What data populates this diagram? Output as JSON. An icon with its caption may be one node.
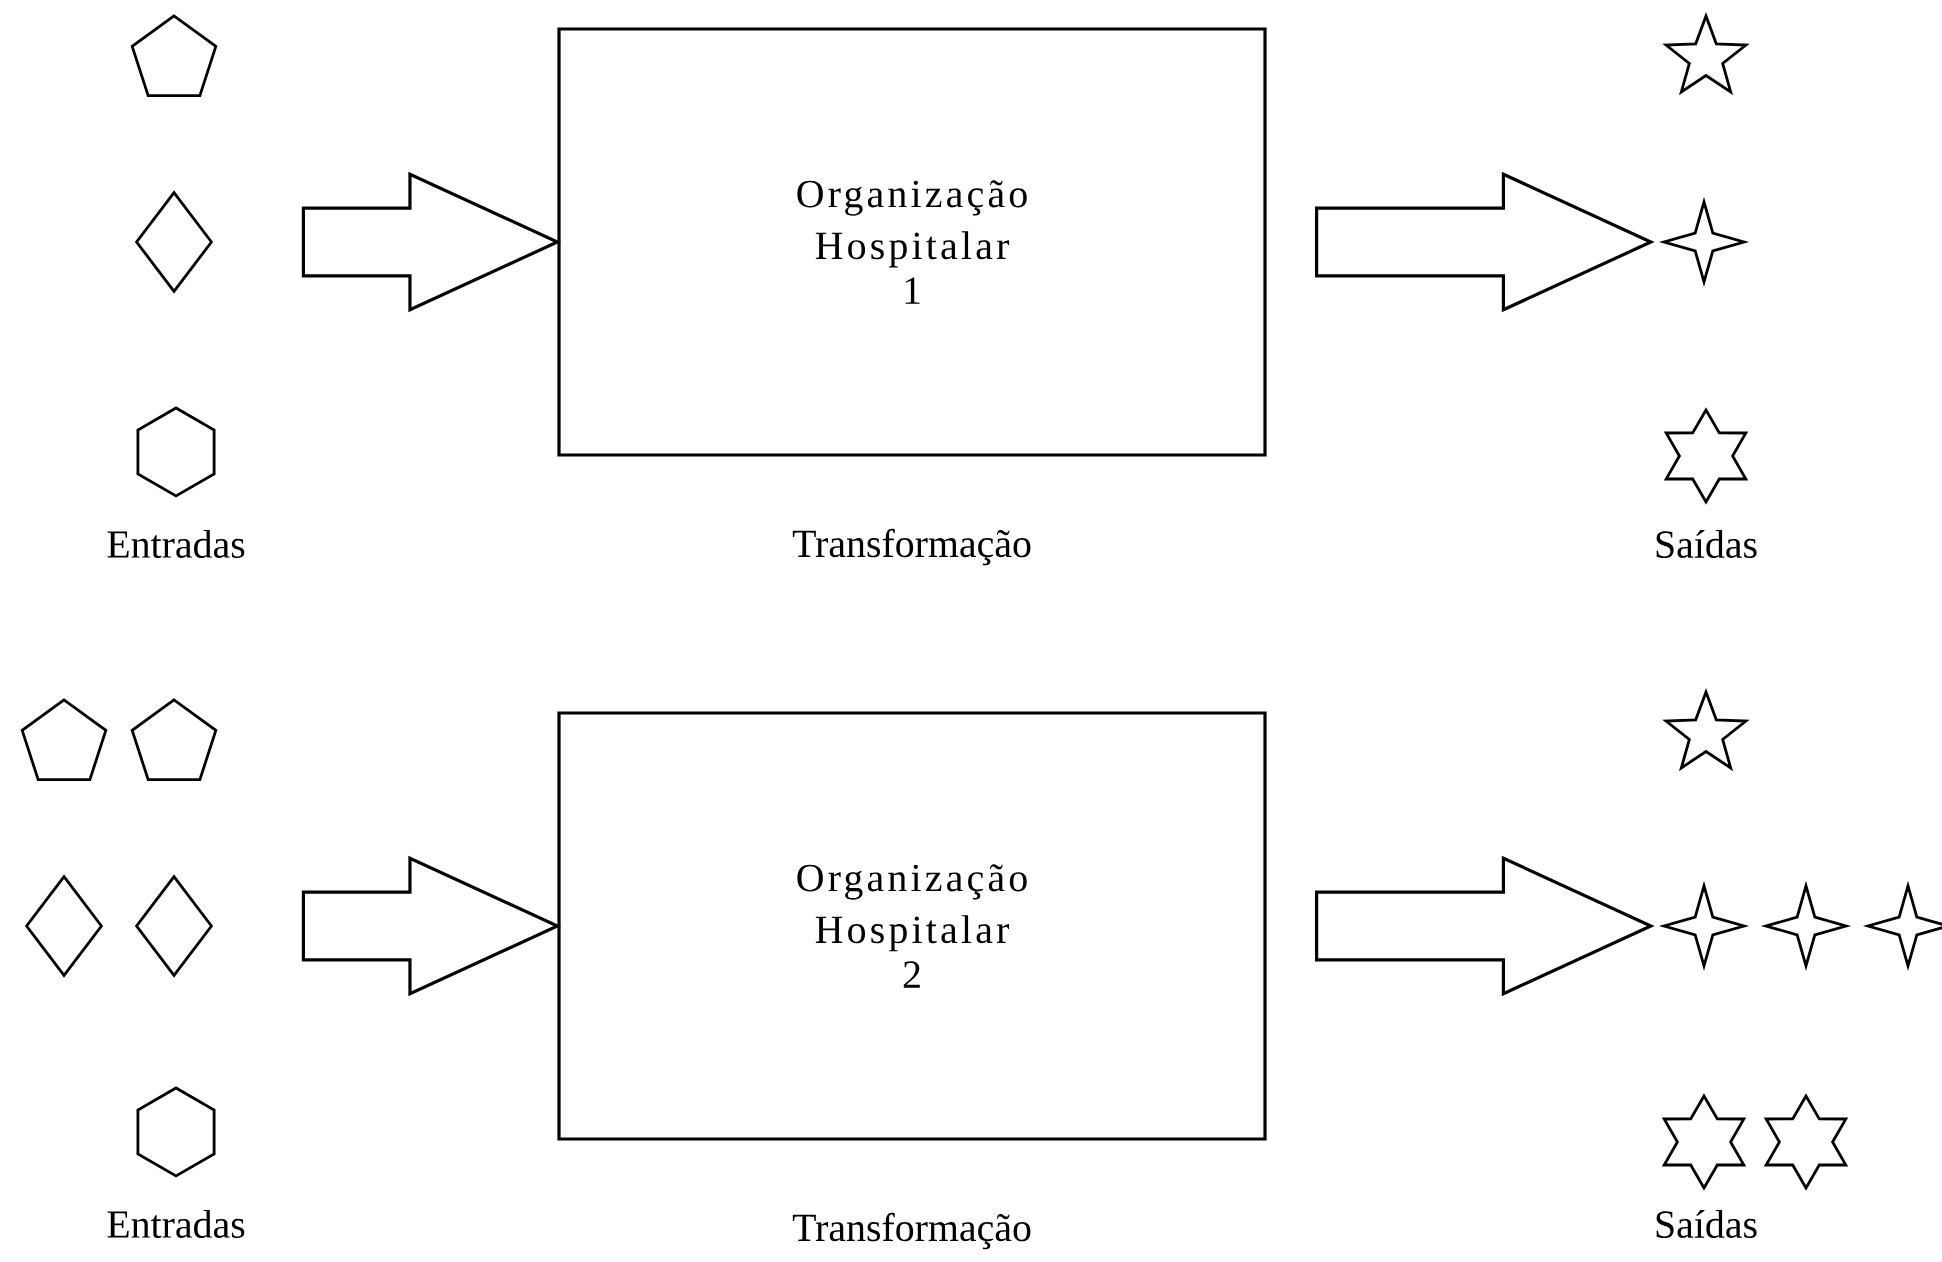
{
  "diagram": {
    "nodes": [
      {
        "text": [],
        "shape": "pentagon"
      },
      {
        "text": [],
        "shape": "diamond"
      },
      {
        "text": [],
        "shape": "hexagon"
      },
      {
        "text": [
          "Organização Hospitalar",
          "1"
        ],
        "beside": [
          "Transformação"
        ]
      },
      {
        "text": [],
        "shape": "star"
      },
      {
        "text": [],
        "shape": "sparkle"
      },
      {
        "text": [],
        "shape": "hexagram"
      },
      {
        "text": [],
        "shape": "pentagon"
      },
      {
        "text": [],
        "shape": "pentagon"
      },
      {
        "text": [],
        "shape": "diamond"
      },
      {
        "text": [],
        "shape": "diamond"
      },
      {
        "text": [],
        "shape": "hexagon"
      },
      {
        "text": [
          "Organização Hospitalar",
          "2"
        ],
        "beside": [
          "Transformação"
        ]
      },
      {
        "text": [],
        "shape": "star"
      },
      {
        "text": [],
        "shape": "sparkle"
      },
      {
        "text": [],
        "shape": "sparkle"
      },
      {
        "text": [],
        "shape": "sparkle"
      },
      {
        "text": [],
        "shape": "hexagram"
      },
      {
        "text": [],
        "shape": "hexagram"
      }
    ],
    "edges": [
      {
        "from": 1,
        "to": 3,
        "arrow": "to"
      },
      {
        "from": 3,
        "to": 5,
        "arrow": "to"
      },
      {
        "from": 10,
        "to": 12,
        "arrow": "to"
      },
      {
        "from": 12,
        "to": 14,
        "arrow": "to"
      }
    ],
    "labels": [
      "Entradas",
      "Saídas",
      "Entradas",
      "Saídas"
    ]
  }
}
